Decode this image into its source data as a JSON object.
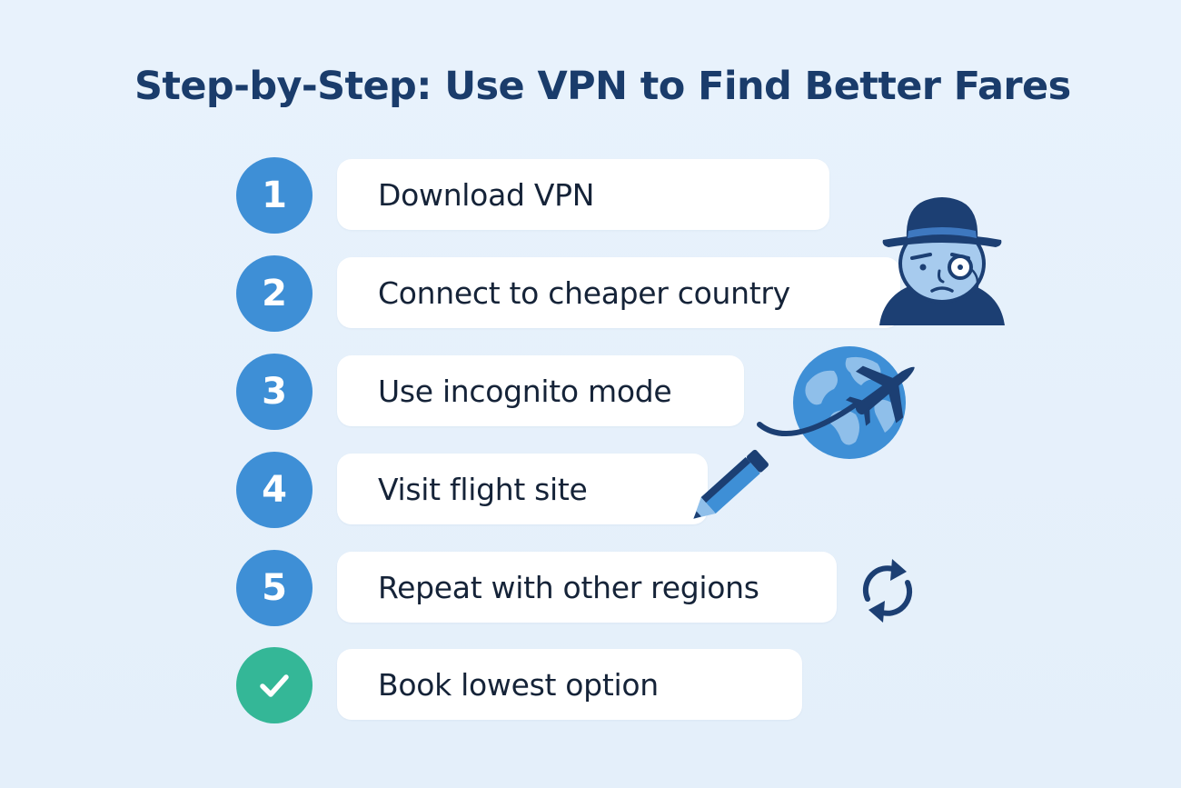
{
  "title": "Step-by-Step: Use VPN to Find Better Fares",
  "steps": [
    {
      "number": "1",
      "label": "Download VPN"
    },
    {
      "number": "2",
      "label": "Connect to cheaper country"
    },
    {
      "number": "3",
      "label": "Use incognito mode"
    },
    {
      "number": "4",
      "label": "Visit flight site"
    },
    {
      "number": "5",
      "label": "Repeat with other regions"
    },
    {
      "number": "",
      "label": "Book lowest option",
      "icon": "check-icon"
    }
  ],
  "icons": [
    "spy-icon",
    "globe-icon",
    "airplane-icon",
    "pencil-icon",
    "refresh-icon",
    "check-icon"
  ],
  "colors": {
    "background": "#e6f1fb",
    "title": "#1a3c6b",
    "step_circle": "#3e8fd6",
    "final_circle": "#34b797",
    "card": "#ffffff",
    "text": "#152338",
    "navy": "#1c3f73"
  }
}
